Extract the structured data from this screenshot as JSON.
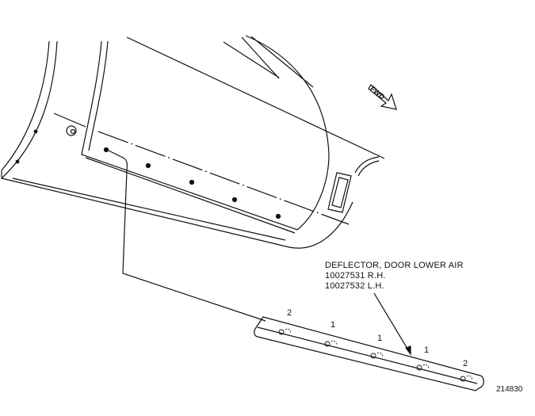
{
  "callout": {
    "title": "DEFLECTOR, DOOR LOWER AIR",
    "part_rh": "10027531 R.H.",
    "part_lh": "10027532 L.H."
  },
  "direction_label": "FWD",
  "fastener_quantities": [
    "2",
    "1",
    "1",
    "1",
    "2"
  ],
  "figure_number": "214830"
}
